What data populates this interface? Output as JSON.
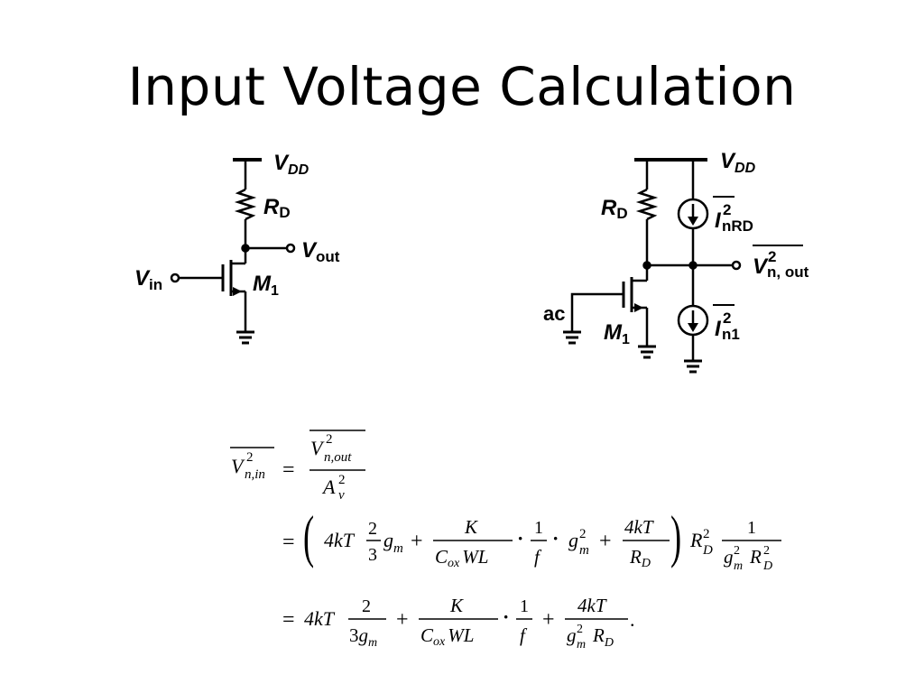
{
  "slide": {
    "title": "Input Voltage Calculation"
  },
  "left_circuit": {
    "vdd": {
      "main": "V",
      "sub": "DD"
    },
    "rd": {
      "main": "R",
      "sub": "D"
    },
    "vout": {
      "main": "V",
      "sub": "out"
    },
    "vin": {
      "main": "V",
      "sub": "in"
    },
    "m1": {
      "main": "M",
      "sub": "1"
    }
  },
  "right_circuit": {
    "vdd": {
      "main": "V",
      "sub": "DD"
    },
    "rd": {
      "main": "R",
      "sub": "D"
    },
    "inrd": {
      "main": "I",
      "sup": "2",
      "sub": "nRD"
    },
    "vnout": {
      "main": "V",
      "sup": "2",
      "sub": "n, out"
    },
    "in1": {
      "main": "I",
      "sup": "2",
      "sub": "n1"
    },
    "ac": "ac",
    "m1": {
      "main": "M",
      "sub": "1"
    }
  },
  "equation": {
    "line1": {
      "lhs_v": "V",
      "lhs_sup": "2",
      "lhs_sub": "n,in",
      "eq": "=",
      "num_v": "V",
      "num_sup": "2",
      "num_sub": "n,out",
      "den_a": "A",
      "den_sup": "2",
      "den_sub": "v"
    },
    "line2": {
      "eq": "=",
      "lparen": "(",
      "t1": "4kT",
      "f1_num": "2",
      "f1_den": "3",
      "gm": "g",
      "gm_sub": "m",
      "plus1": "+",
      "f2_num": "K",
      "f2_den_c": "C",
      "f2_den_ox": "ox",
      "f2_den_wl": "WL",
      "dot1": "·",
      "f3_num": "1",
      "f3_den": "f",
      "dot2": "·",
      "gm2": "g",
      "gm2_sup": "2",
      "gm2_sub": "m",
      "plus2": "+",
      "f4_num": "4kT",
      "f4_den_r": "R",
      "f4_den_sub": "D",
      "rparen": ")",
      "rd2": "R",
      "rd2_sup": "2",
      "rd2_sub": "D",
      "f5_num": "1",
      "f5_den_g": "g",
      "f5_den_gsup": "2",
      "f5_den_gsub": "m",
      "f5_den_r": "R",
      "f5_den_rsup": "2",
      "f5_den_rsub": "D"
    },
    "line3": {
      "eq": "=",
      "t1": "4kT",
      "f1_num": "2",
      "f1_den_3": "3",
      "f1_den_g": "g",
      "f1_den_sub": "m",
      "plus1": "+",
      "f2_num": "K",
      "f2_den_c": "C",
      "f2_den_ox": "ox",
      "f2_den_wl": "WL",
      "dot1": "·",
      "f3_num": "1",
      "f3_den": "f",
      "plus2": "+",
      "f4_num": "4kT",
      "f4_den_g": "g",
      "f4_den_gsup": "2",
      "f4_den_gsub": "m",
      "f4_den_r": "R",
      "f4_den_rsub": "D",
      "period": "."
    }
  }
}
